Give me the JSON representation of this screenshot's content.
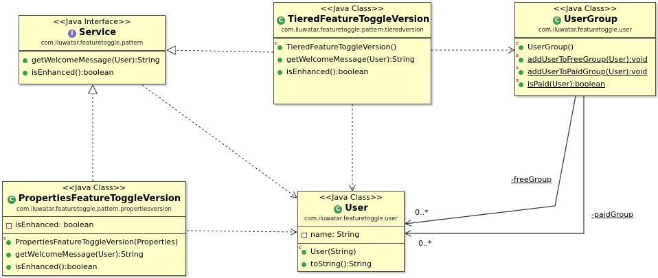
{
  "classes": {
    "service": {
      "stereotype": "<<Java Interface>>",
      "name": "Service",
      "package": "com.iluwatar.featuretoggle.pattern",
      "methods": [
        "getWelcomeMessage(User):String",
        "isEnhanced():boolean"
      ]
    },
    "tiered": {
      "stereotype": "<<Java Class>>",
      "name": "TieredFeatureToggleVersion",
      "package": "com.iluwatar.featuretoggle.pattern.tieredversion",
      "methods": [
        "TieredFeatureToggleVersion()",
        "getWelcomeMessage(User):String",
        "isEnhanced():boolean"
      ]
    },
    "usergroup": {
      "stereotype": "<<Java Class>>",
      "name": "UserGroup",
      "package": "com.iluwatar.featuretoggle.user",
      "methods": [
        "UserGroup()",
        "addUserToFreeGroup(User):void",
        "addUserToPaidGroup(User):void",
        "isPaid(User):boolean"
      ]
    },
    "properties": {
      "stereotype": "<<Java Class>>",
      "name": "PropertiesFeatureToggleVersion",
      "package": "com.iluwatar.featuretoggle.pattern.propertiesversion",
      "fields": [
        "isEnhanced: boolean"
      ],
      "methods": [
        "PropertiesFeatureToggleVersion(Properties)",
        "getWelcomeMessage(User):String",
        "isEnhanced():boolean"
      ]
    },
    "user": {
      "stereotype": "<<Java Class>>",
      "name": "User",
      "package": "com.iluwatar.featuretoggle.user",
      "fields": [
        "name: String"
      ],
      "methods": [
        "User(String)",
        "toString():String"
      ]
    }
  },
  "markers": {
    "constructor": "c",
    "static": "s",
    "class_badge": "C",
    "interface_badge": "I"
  },
  "associations": {
    "free_group": {
      "role": "-freeGroup",
      "multiplicity": "0..*"
    },
    "paid_group": {
      "role": "-paidGroup",
      "multiplicity": "0..*"
    }
  }
}
